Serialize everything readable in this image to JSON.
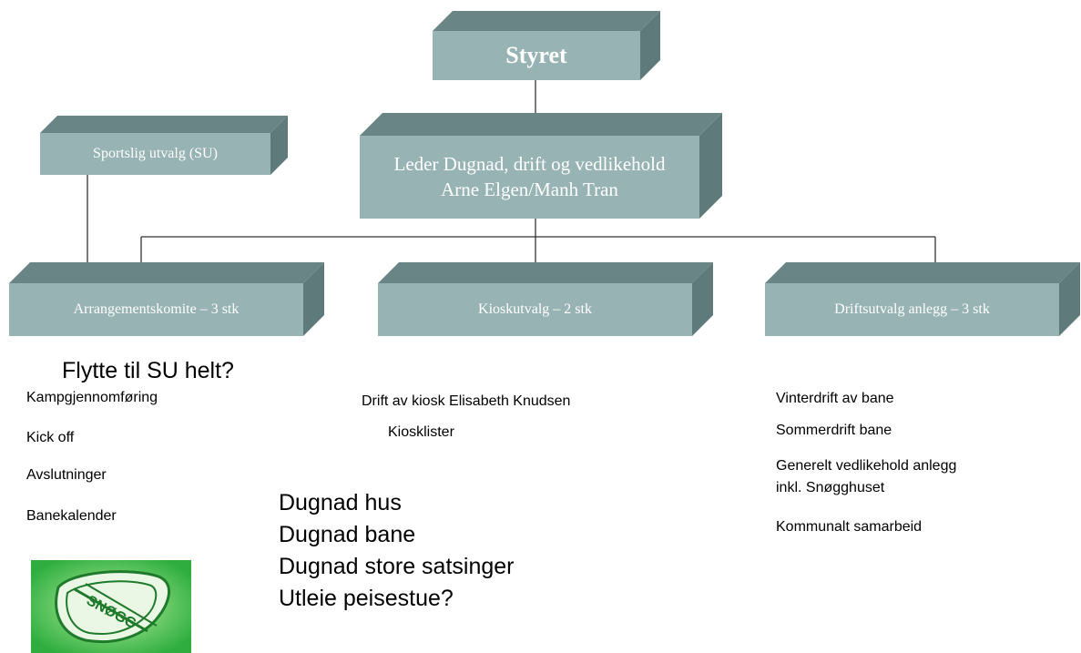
{
  "boxes": {
    "styret": "Styret",
    "sportslig": "Sportslig utvalg (SU)",
    "leder_line1": "Leder Dugnad, drift og vedlikehold",
    "leder_line2": "Arne Elgen/Manh  Tran",
    "arrangement": "Arrangementskomite  – 3 stk",
    "kiosk": "Kioskutvalg  – 2 stk",
    "drift": "Driftsutvalg anlegg  – 3 stk"
  },
  "question": "Flytte til SU helt?",
  "arrangement_tasks": [
    "Kampgjennomføring",
    "Kick off",
    "Avslutninger",
    "Banekalender"
  ],
  "kiosk_tasks": [
    "Drift av kiosk Elisabeth Knudsen",
    "Kiosklister"
  ],
  "drift_tasks": [
    "Vinterdrift av bane",
    "Sommerdrift bane",
    "Generelt vedlikehold  anlegg",
    "inkl. Snøgghuset",
    "Kommunalt  samarbeid"
  ],
  "dugnad_list": [
    "Dugnad hus",
    "Dugnad bane",
    "Dugnad store satsinger",
    "Utleie peisestue?"
  ],
  "logo_text": "SNØGG",
  "colors": {
    "box_front": "#97b3b3",
    "box_top": "#6a8585",
    "box_side": "#5f7a7a",
    "connector": "#333333",
    "logo_bg": "#3cb54a"
  }
}
